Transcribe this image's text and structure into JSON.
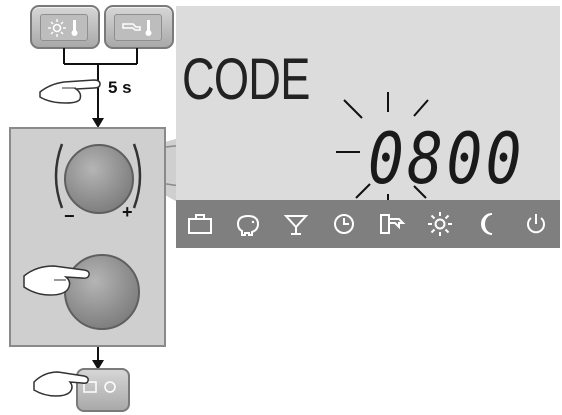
{
  "display": {
    "label": "CODE",
    "code_value": "0800"
  },
  "hold_time": "5 s",
  "knob": {
    "minus": "−",
    "plus": "+"
  },
  "icons": [
    "briefcase-icon",
    "piggybank-icon",
    "cocktail-icon",
    "clock-icon",
    "stick-tap-icon",
    "sun-icon",
    "moon-icon",
    "power-icon"
  ],
  "colors": {
    "lcd_bg": "#dcdcdc",
    "icon_bar": "#7f7f7f",
    "panel_bg": "#cfcfcf"
  }
}
